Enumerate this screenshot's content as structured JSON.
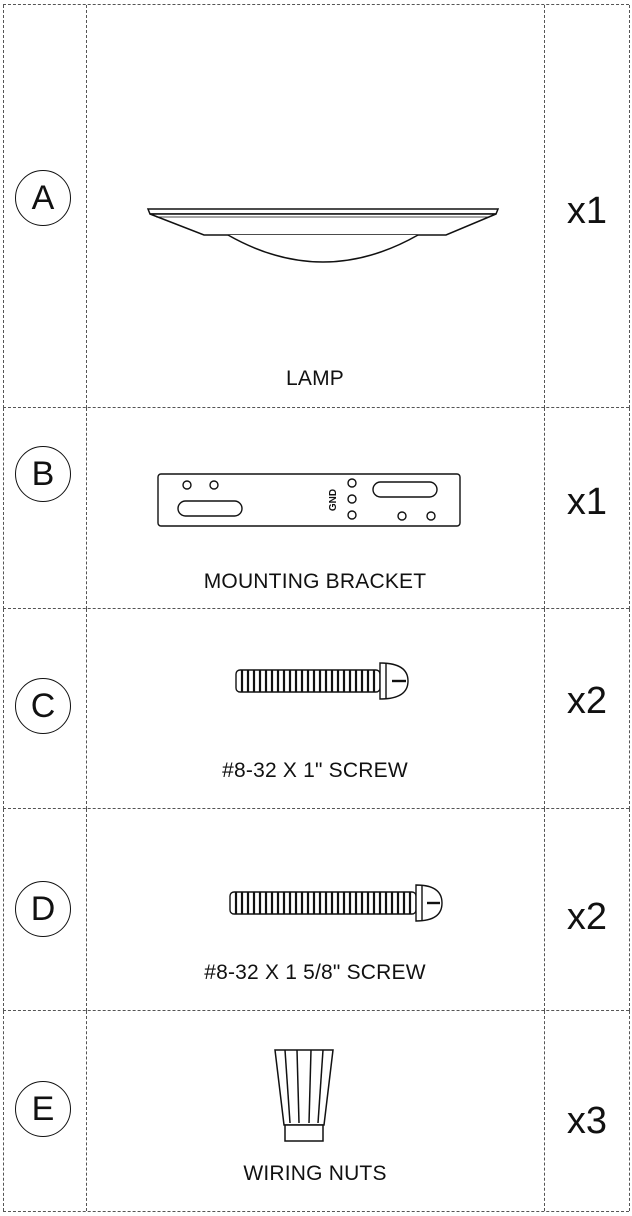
{
  "parts": [
    {
      "letter": "A",
      "name": "LAMP",
      "qty": "x1"
    },
    {
      "letter": "B",
      "name": "MOUNTING BRACKET",
      "qty": "x1",
      "bracket_mark": "GND"
    },
    {
      "letter": "C",
      "name": "#8-32 X 1\"  SCREW",
      "qty": "x2"
    },
    {
      "letter": "D",
      "name": "#8-32 X 1 5/8\"  SCREW",
      "qty": "x2"
    },
    {
      "letter": "E",
      "name": "WIRING NUTS",
      "qty": "x3"
    }
  ],
  "colors": {
    "ink": "#111111",
    "rule": "#555555",
    "background": "#ffffff"
  },
  "icons": [
    "lamp-illustration",
    "mounting-bracket-illustration",
    "screw-illustration",
    "screw-illustration",
    "wiring-nut-illustration"
  ]
}
